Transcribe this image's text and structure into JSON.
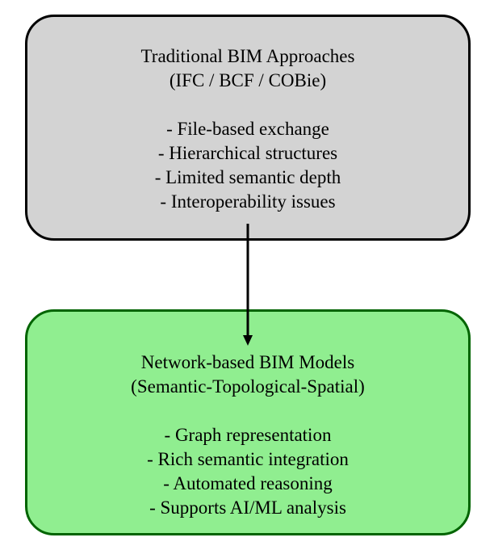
{
  "top_box": {
    "title": "Traditional BIM Approaches",
    "subtitle": "(IFC / BCF / COBie)",
    "bullets": [
      "- File-based exchange",
      "- Hierarchical structures",
      "- Limited semantic depth",
      "- Interoperability issues"
    ],
    "fill_color": "#d3d3d3",
    "border_color": "#000000"
  },
  "bottom_box": {
    "title": "Network-based BIM Models",
    "subtitle": "(Semantic-Topological-Spatial)",
    "bullets": [
      "- Graph representation",
      "- Rich semantic integration",
      "- Automated reasoning",
      "- Supports AI/ML analysis"
    ],
    "fill_color": "#90ee90",
    "border_color": "#006400"
  },
  "arrow": {
    "from": "top_box",
    "to": "bottom_box",
    "color": "#000000"
  }
}
